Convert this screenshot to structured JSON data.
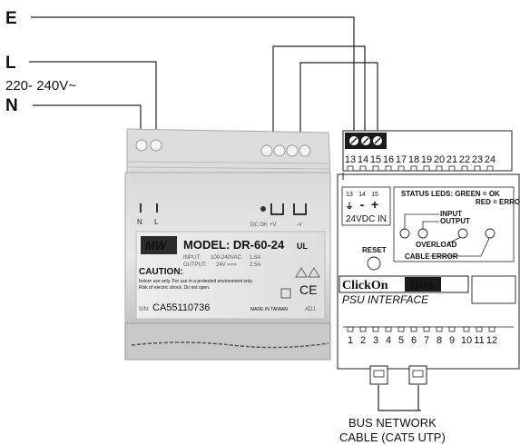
{
  "wires": {
    "e_label": "E",
    "l_label": "L",
    "voltage_label": "220- 240V~",
    "n_label": "N"
  },
  "psu": {
    "terminal_n": "N",
    "terminal_l": "L",
    "dc_ok": "DC OK",
    "plus_v": "+V",
    "minus_v": "-V",
    "logo": "MW",
    "model": "MODEL: DR-60-24",
    "input_label": "INPUT:",
    "input_value": "100-240VAC",
    "input_current": "1.8A",
    "output_label": "OUTPUT:",
    "output_value": "24V ===",
    "output_current": "2.5A",
    "caution_title": "CAUTION:",
    "caution_line1": "Indoor use only. For use in a protected environment only.",
    "caution_line2": "Risk of electric shock. Do not open.",
    "serial_label": "S/N:",
    "serial_value": "CA55110736",
    "made_in": "MADE IN TAIWAN",
    "adj": "ADJ.",
    "ce_mark": "CE",
    "ul_mark": "UL"
  },
  "module": {
    "top_terminals": [
      "13",
      "14",
      "15",
      "16",
      "17",
      "18",
      "19",
      "20",
      "21",
      "22",
      "23",
      "24"
    ],
    "bottom_terminals": [
      "1",
      "2",
      "3",
      "4",
      "5",
      "6",
      "7",
      "8",
      "9",
      "10",
      "11",
      "12"
    ],
    "mini_numbers": [
      "13",
      "14",
      "15"
    ],
    "mini_symbols": [
      "⏚",
      "-",
      "+"
    ],
    "voltage_in": "24VDC IN",
    "status_line1": "STATUS LEDS: GREEN = OK",
    "status_line2": "RED = ERROR",
    "led_input": "INPUT",
    "led_output": "OUTPUT",
    "led_overload": "OVERLOAD",
    "led_cable_error": "CABLE ERROR",
    "reset": "RESET",
    "brand_left": "ClickOn",
    "brand_right": "Bus",
    "subtitle": "PSU INTERFACE"
  },
  "bus": {
    "line1": "BUS NETWORK",
    "line2": "CABLE (CAT5 UTP)"
  }
}
